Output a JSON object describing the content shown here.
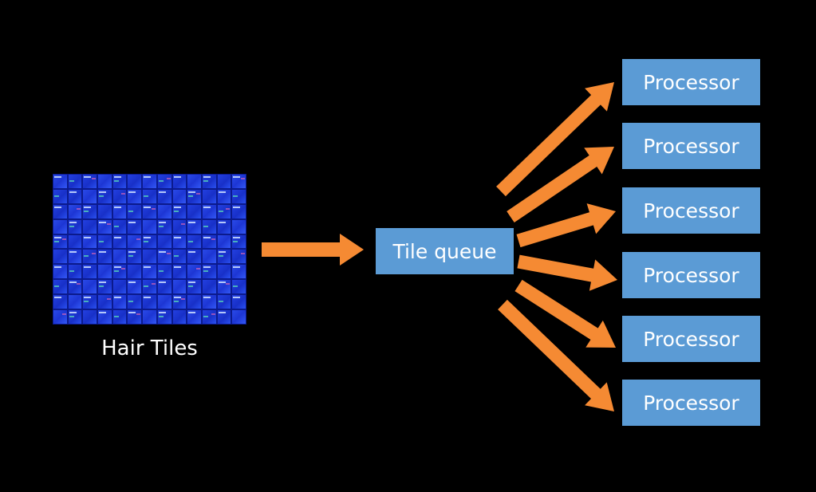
{
  "source": {
    "label": "Hair Tiles",
    "image_icon": "hair-tiles-image"
  },
  "queue": {
    "label": "Tile queue"
  },
  "processors": [
    {
      "label": "Processor"
    },
    {
      "label": "Processor"
    },
    {
      "label": "Processor"
    },
    {
      "label": "Processor"
    },
    {
      "label": "Processor"
    },
    {
      "label": "Processor"
    }
  ],
  "colors": {
    "background": "#000000",
    "box_fill": "#5b9bd5",
    "box_text": "#ffffff",
    "arrow": "#f58a33",
    "tile_blue": "#2340e0"
  }
}
